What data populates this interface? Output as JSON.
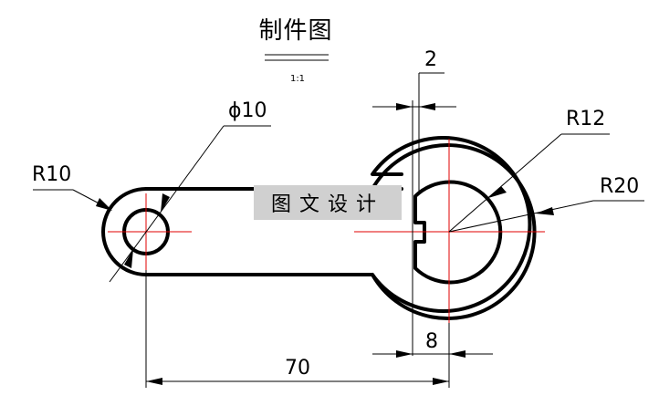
{
  "title": "制件图",
  "scale": "1:1",
  "watermark": "图文设计",
  "dimensions": {
    "r_small_outer": "R10",
    "diameter_hole": "ϕ10",
    "gap_width": "2",
    "r_big_inner": "R12",
    "r_big_outer": "R20",
    "slot_width": "8",
    "center_distance": "70"
  }
}
